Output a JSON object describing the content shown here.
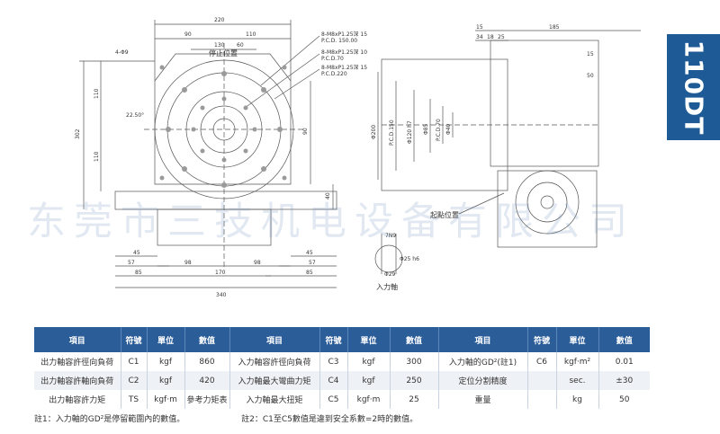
{
  "model_label": "110DT",
  "watermark": "东莞市三技机电设备有限公司",
  "drawing": {
    "dims_top": {
      "d220": "220",
      "d110": "110",
      "d90": "90",
      "d130": "130",
      "d60": "60",
      "d4phi9": "4-Φ9"
    },
    "dims_left": {
      "d302": "302",
      "d110a": "110",
      "d110b": "110",
      "angle": "22.50°"
    },
    "dims_bottom": {
      "d45a": "45",
      "d57a": "57",
      "d85a": "85",
      "d98a": "98",
      "d170": "170",
      "d98b": "98",
      "d45b": "45",
      "d57b": "57",
      "d85b": "85",
      "d340": "340"
    },
    "dims_right_front": {
      "d90": "90",
      "d40": "40"
    },
    "stop_label": "停止位置",
    "callouts": {
      "c1": "8-M8xP1.25深 15",
      "c1b": "P.C.D. 150.00",
      "c2": "8-M8xP1.25深 10",
      "c2b": "P.C.D.70",
      "c3": "8-M8xP1.25深 15",
      "c3b": "P.C.D.220"
    },
    "side_dims": {
      "d15": "15",
      "d185": "185",
      "d34": "34",
      "d18": "18",
      "d25": "25",
      "d15b": "15",
      "d50": "50",
      "v1": "Φ200",
      "v2": "P.C.D.150",
      "v3": "Φ120 h7",
      "v4": "Φ85",
      "v5": "P.C.D.70",
      "v6": "Φ40"
    },
    "start_label": "起點位置",
    "shaft": {
      "n1": "7N9",
      "n2": "Φ29",
      "n3": "Φ25 h6",
      "label": "入力軸"
    }
  },
  "table": {
    "headers": [
      "項目",
      "符號",
      "單位",
      "數值",
      "項目",
      "符號",
      "單位",
      "數值",
      "項目",
      "符號",
      "單位",
      "數值"
    ],
    "rows": [
      [
        "出力軸容許徑向負荷",
        "C1",
        "kgf",
        "860",
        "入力軸容許徑向負荷",
        "C3",
        "kgf",
        "300",
        "入力軸的GD²(註1)",
        "C6",
        "kgf·m²",
        "0.01"
      ],
      [
        "出力軸容許軸向負荷",
        "C2",
        "kgf",
        "420",
        "入力軸最大彎曲力矩",
        "C4",
        "kgf",
        "250",
        "定位分割精度",
        "",
        "sec.",
        "±30"
      ],
      [
        "出力軸容許力矩",
        "TS",
        "kgf·m",
        "參考力矩表",
        "入力軸最大扭矩",
        "C5",
        "kgf·m",
        "25",
        "重量",
        "",
        "kg",
        "50"
      ]
    ]
  },
  "notes": {
    "note1": "註1：入力軸的GD²是停留範圍內的數值。",
    "note2": "註2：C1至C5數值是違到安全系數=2時的數值。"
  }
}
